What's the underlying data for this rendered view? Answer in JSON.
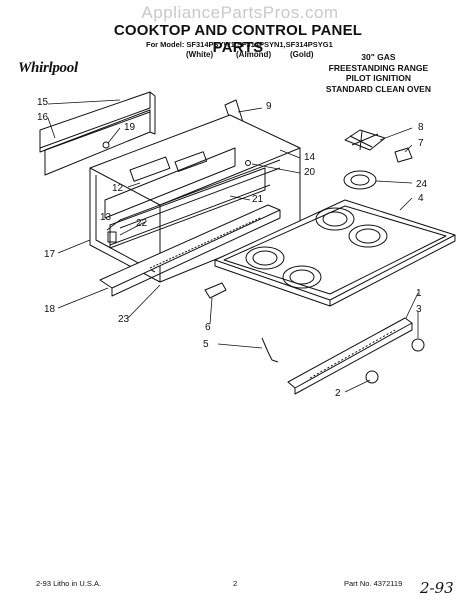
{
  "watermark": "AppliancePartsPros.com",
  "title": "COOKTOP AND CONTROL PANEL PARTS",
  "models": "For Model: SF314PSYW1,SF314PSYN1,SF314PSYG1",
  "colors": [
    "(White)",
    "(Almond)",
    "(Gold)"
  ],
  "brand": "Whirlpool",
  "spec_lines": [
    "30\" GAS",
    "FREESTANDING RANGE",
    "PILOT IGNITION",
    "STANDARD CLEAN OVEN"
  ],
  "callouts": [
    "15",
    "16",
    "19",
    "9",
    "8",
    "7",
    "14",
    "20",
    "12",
    "24",
    "4",
    "13",
    "21",
    "22",
    "17",
    "18",
    "23",
    "1",
    "3",
    "6",
    "5",
    "2"
  ],
  "footer": {
    "left": "2-93  Litho in U.S.A.",
    "center": "2",
    "right": "Part No. 4372119"
  },
  "handwritten": "2-93"
}
